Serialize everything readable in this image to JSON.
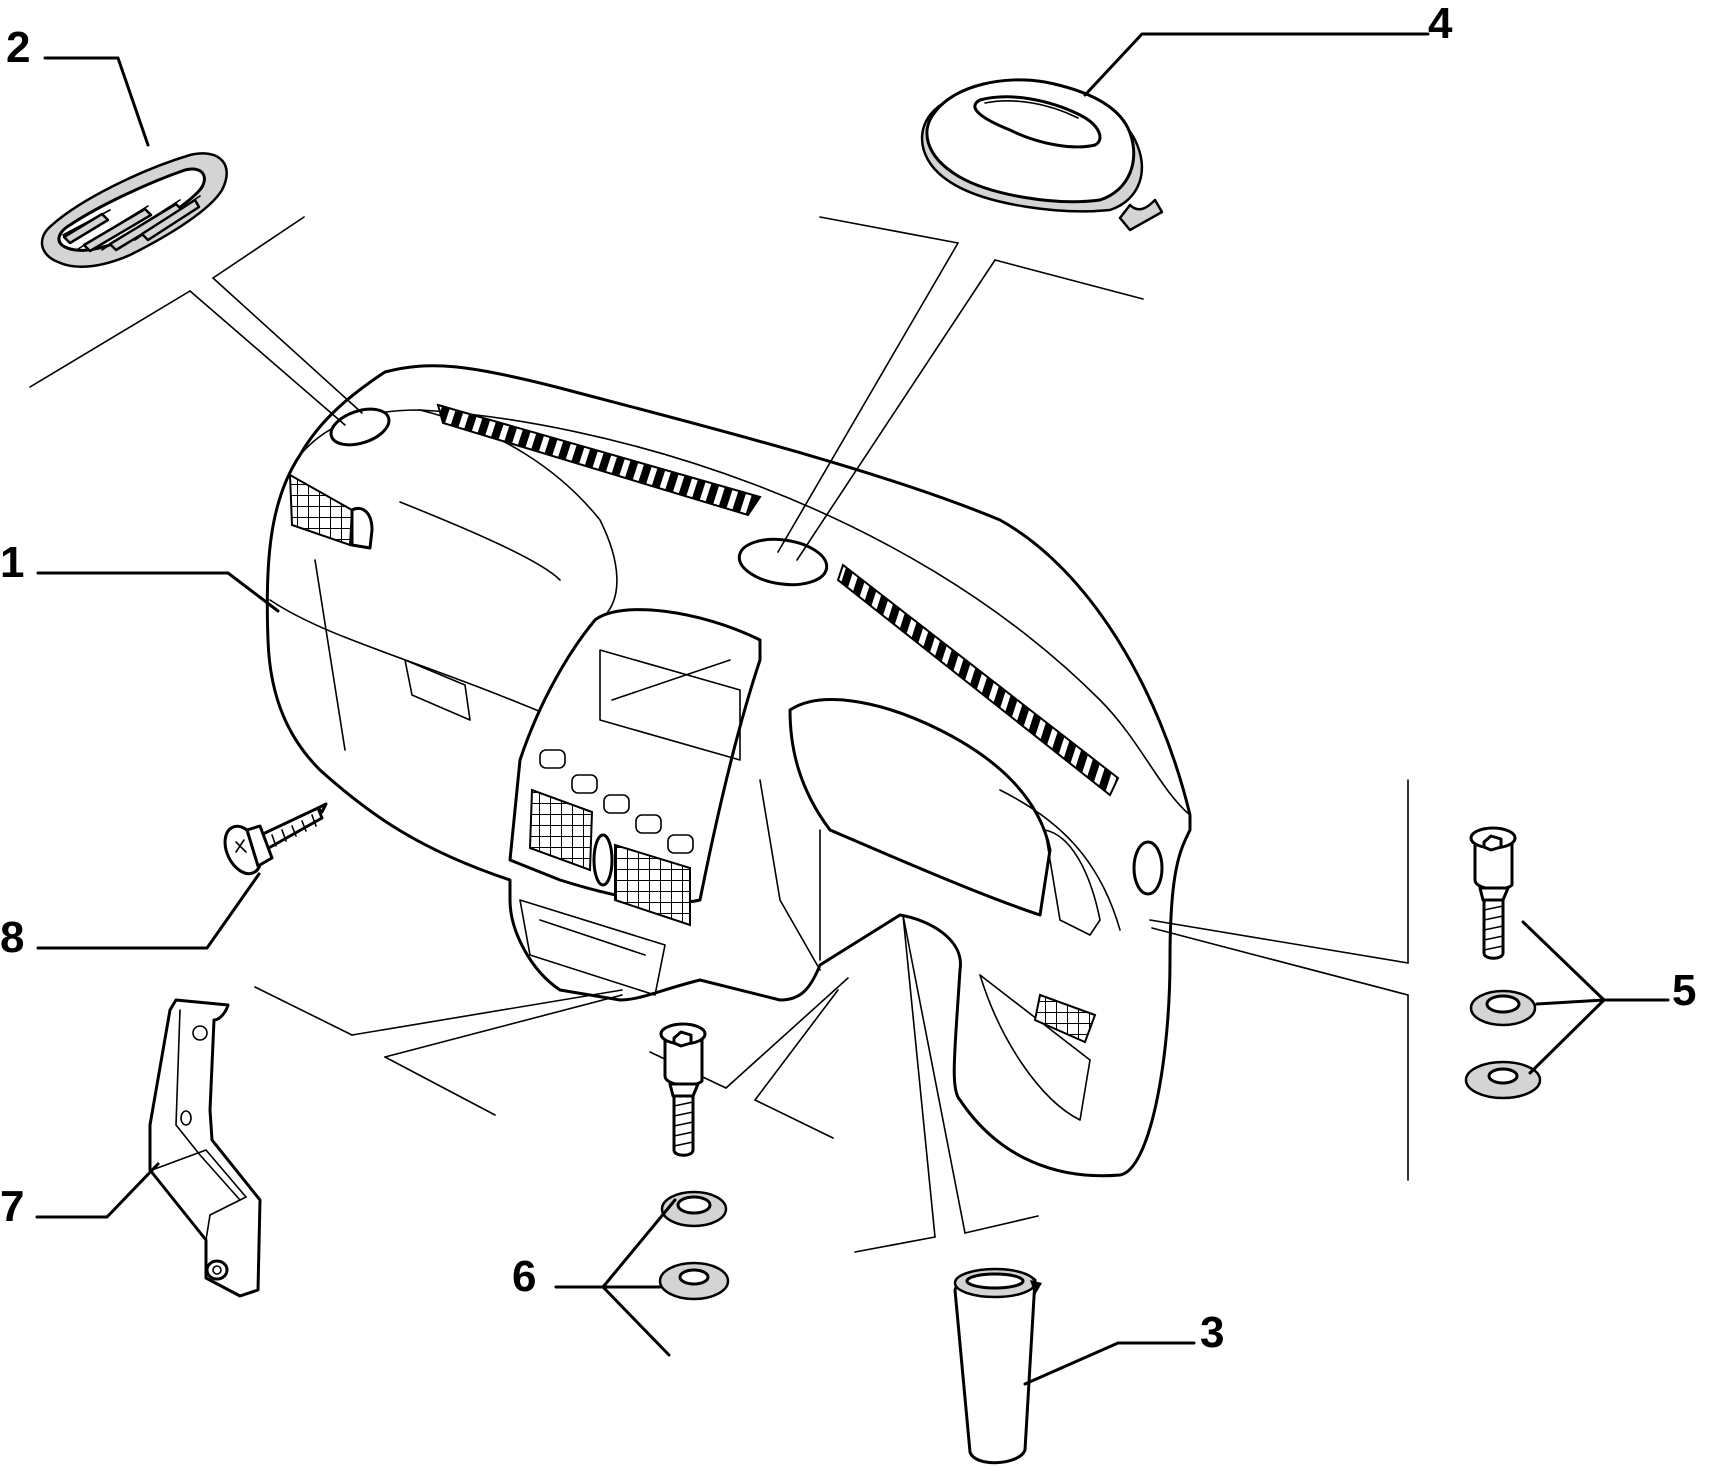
{
  "diagram": {
    "callouts": [
      {
        "id": "1",
        "label": "1",
        "part": "dashboard-panel"
      },
      {
        "id": "2",
        "label": "2",
        "part": "side-speaker-grille"
      },
      {
        "id": "3",
        "label": "3",
        "part": "trim-cap"
      },
      {
        "id": "4",
        "label": "4",
        "part": "center-speaker-cover"
      },
      {
        "id": "5",
        "label": "5",
        "part": "bolt-and-washers-right"
      },
      {
        "id": "6",
        "label": "6",
        "part": "bolt-and-washers-lower"
      },
      {
        "id": "7",
        "label": "7",
        "part": "mounting-bracket"
      },
      {
        "id": "8",
        "label": "8",
        "part": "self-tapping-screw"
      }
    ]
  }
}
